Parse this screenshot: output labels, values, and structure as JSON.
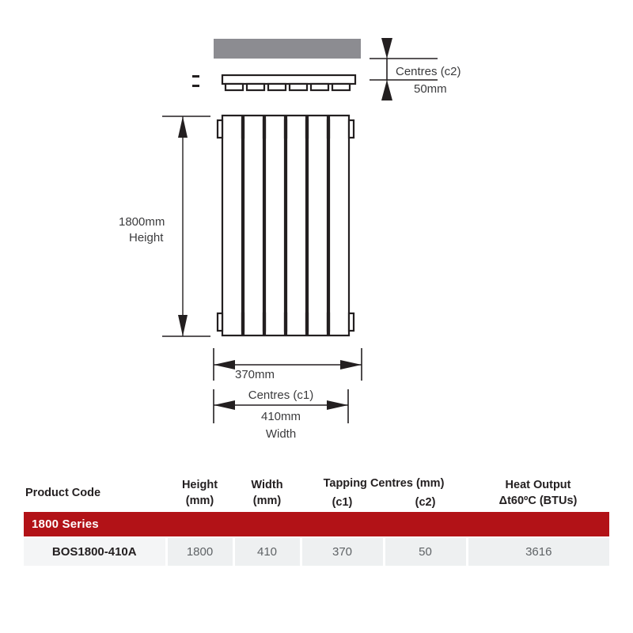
{
  "drawing": {
    "wall_label": "wall-bar",
    "top_view_label": "radiator-top-view",
    "front_view_label": "radiator-front-view",
    "dimensions": {
      "c2_line1": "Centres (c2)",
      "c2_line2": "50mm",
      "height_line1": "1800mm",
      "height_line2": "Height",
      "width_inner": "370mm",
      "c1_label": "Centres (c1)",
      "width_outer": "410mm",
      "width_label": "Width"
    },
    "tube_count": 6,
    "colors": {
      "wall_gray": "#8c8c91",
      "line": "#231f20",
      "text": "#3b3b3d"
    }
  },
  "table": {
    "headers": {
      "product_code": "Product Code",
      "height": "Height\n(mm)",
      "height_l1": "Height",
      "height_l2": "(mm)",
      "width_l1": "Width",
      "width_l2": "(mm)",
      "tapping_centres": "Tapping Centres (mm)",
      "c1": "(c1)",
      "c2": "(c2)",
      "heat_l1": "Heat Output",
      "heat_l2": "Δt60ºC (BTUs)"
    },
    "series_label": "1800 Series",
    "rows": [
      {
        "product_code": "BOS1800-410A",
        "height": "1800",
        "width": "410",
        "c1": "370",
        "c2": "50",
        "heat_output": "3616"
      }
    ],
    "colors": {
      "series_red": "#b21217",
      "row_bg": "#eef0f1",
      "value_text": "#5f6366"
    }
  }
}
